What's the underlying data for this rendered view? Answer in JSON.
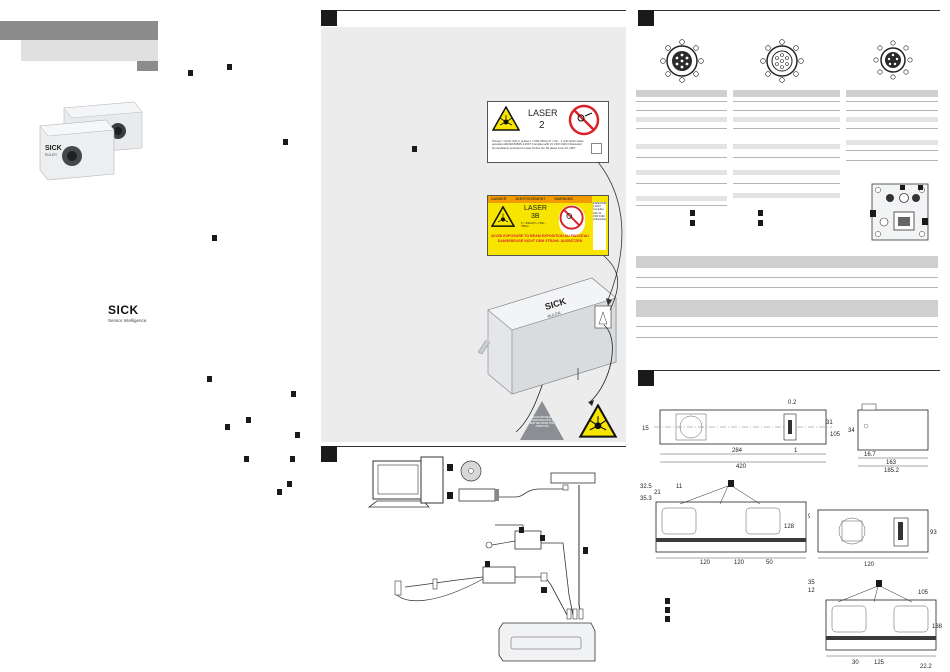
{
  "brand": {
    "logo": "SICK",
    "tagline": "Sensor Intelligence."
  },
  "camera_front": {
    "logo": "SICK",
    "model": "RULER"
  },
  "laser_labels": {
    "class2": {
      "text": "LASER",
      "class": "2",
      "fine_print": "P(max) = 2mW, CW or pulsed  λ = 660-780nm  P = 50 – 1 mW within Class operation  EN/IEC60825-1:2007  Complies with 21 CFR 1040 (Ultraviolet)  No deviations pursuant to Laser Notice No. 50 dated June 24, 2007"
    },
    "class3b": {
      "warn_words": [
        "DANGER",
        "AVERTISSEMENT",
        "WARNUNG"
      ],
      "text": "LASER",
      "class": "3B",
      "params": "P < 500mW  λ = 660 – 780nm",
      "avoid_text": "AVOID EXPOSURE TO BEAM  EXPOSITION AU FAISCEAU DANGEREUSE  NICHT DEM STRAHL AUSSETZEN",
      "side_text": "EN/IEC60825-1:2007 Complies with 21 CFR 1040 (Ultraviolet)"
    },
    "aperture": "AVOID EXPOSURE LASER RADIATION IS EMITTED FROM THIS APERTURE"
  },
  "camera_3d": {
    "logo": "SICK",
    "model": "RULER"
  },
  "dimensions": {
    "top_view": [
      "284",
      "420",
      "15",
      "1",
      "0.2",
      "31",
      "105"
    ],
    "side_view": [
      "34",
      "163",
      "185.2",
      "16.7"
    ],
    "front_view": [
      "120",
      "120",
      "50",
      "9",
      "128",
      "32.5",
      "21",
      "11",
      "35.3"
    ],
    "end_view": [
      "120",
      "93"
    ],
    "bottom_view": [
      "35",
      "105",
      "30",
      "12",
      "125",
      "22.2",
      "138"
    ]
  },
  "colors": {
    "laser_yellow": "#f7e500",
    "danger_red": "#d7232a",
    "header_gray": "#8c8c8c"
  }
}
